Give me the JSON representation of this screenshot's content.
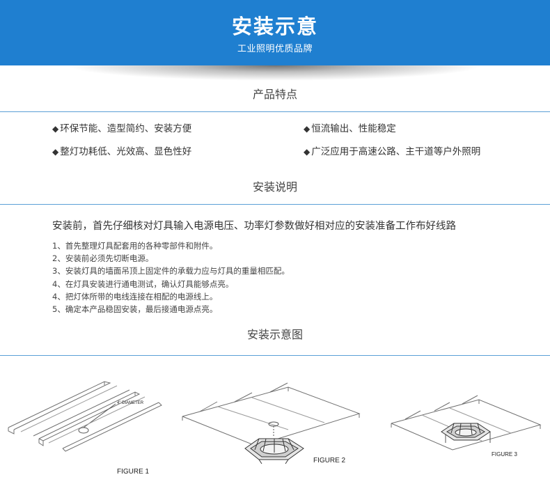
{
  "header": {
    "title": "安装示意",
    "subtitle": "工业照明优质品牌"
  },
  "features_section": {
    "title": "产品特点",
    "items": [
      "环保节能、造型简约、安装方便",
      "恒流输出、性能稳定",
      "整灯功耗低、光效高、显色性好",
      "广泛应用于高速公路、主干道等户外照明"
    ],
    "bullet_icon": "diamond-bullet-icon"
  },
  "instructions_section": {
    "title": "安装说明",
    "intro": "安装前，首先仔细核对灯具输入电源电压、功率灯参数做好相对应的安装准备工作布好线路",
    "steps": [
      "1、首先整理灯具配套用的各种零部件和附件。",
      "2、安装前必须先切断电源。",
      "3、安装灯具的墙面吊顶上固定件的承载力应与灯具的重量相匹配。",
      "4、在灯具安装进行通电测试，确认灯具能够点亮。",
      "4、把灯体所带的电线连接在相配的电源线上。",
      "5、确定本产品稳固安装，最后接通电源点亮。"
    ]
  },
  "diagram_section": {
    "title": "安装示意图",
    "figures": [
      {
        "label": "FIGURE 1",
        "annotation": "4\" DIAMETER"
      },
      {
        "label": "FIGURE 2"
      },
      {
        "label": "FIGURE 3"
      }
    ]
  },
  "colors": {
    "banner": "#1f7fd0",
    "divider": "#5a9fd6",
    "text": "#333333"
  }
}
